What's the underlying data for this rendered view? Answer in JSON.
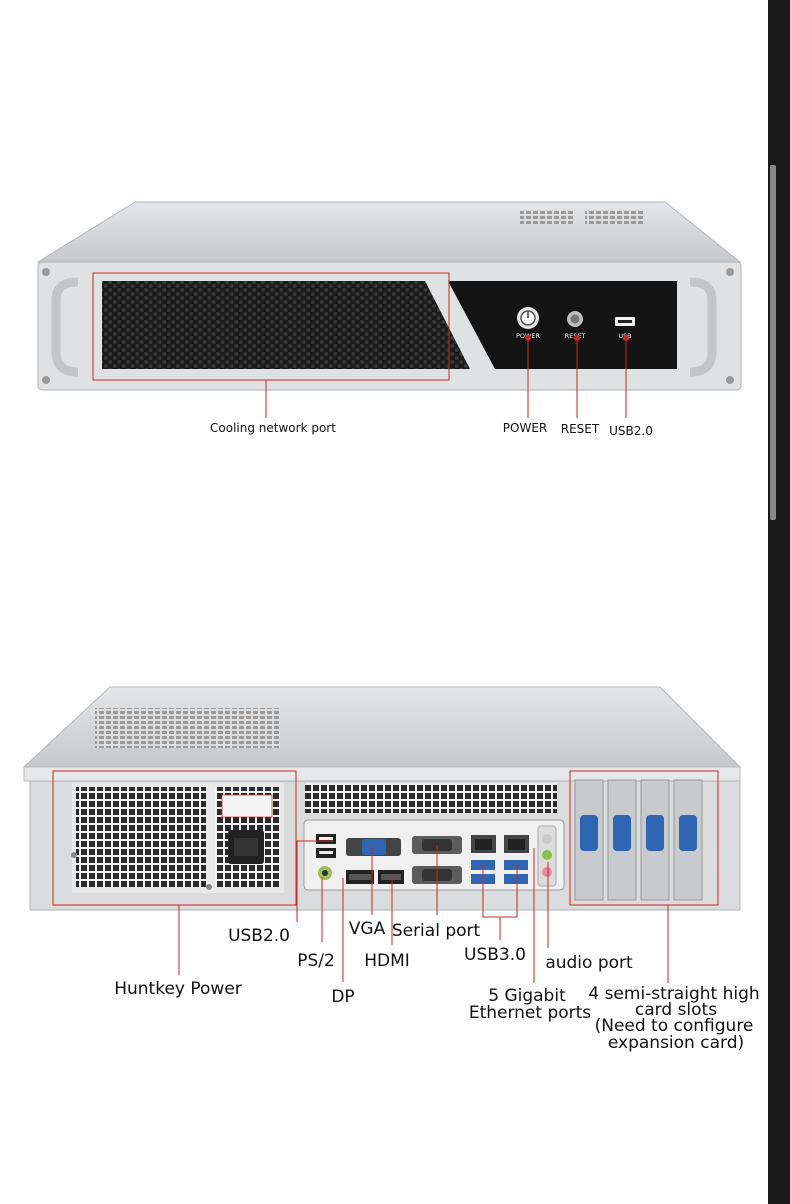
{
  "front_panel": {
    "button_labels": {
      "power": "POWER",
      "reset": "RESET",
      "usb": "USB"
    },
    "callouts": {
      "cooling": "Cooling network port",
      "power": "POWER",
      "reset": "RESET",
      "usb": "USB2.0"
    }
  },
  "rear_panel": {
    "callouts": {
      "usb20": "USB2.0",
      "ps2": "PS/2",
      "dp": "DP",
      "vga": "VGA",
      "hdmi": "HDMI",
      "serial": "Serial port",
      "usb30": "USB3.0",
      "ethernet_line1": "5 Gigabit",
      "ethernet_line2": "Ethernet ports",
      "audio": "audio port",
      "psu": "Huntkey Power",
      "slots_line1": "4 semi-straight high",
      "slots_line2": "card slots",
      "slots_line3": "(Need to configure",
      "slots_line4": "expansion card)"
    }
  },
  "colors": {
    "callout_line": "#c62828",
    "chassis": "#d6d9dc",
    "panel_dark": "#141414",
    "port_blue": "#2f66b3"
  },
  "scrollbar": {
    "visible": true
  }
}
